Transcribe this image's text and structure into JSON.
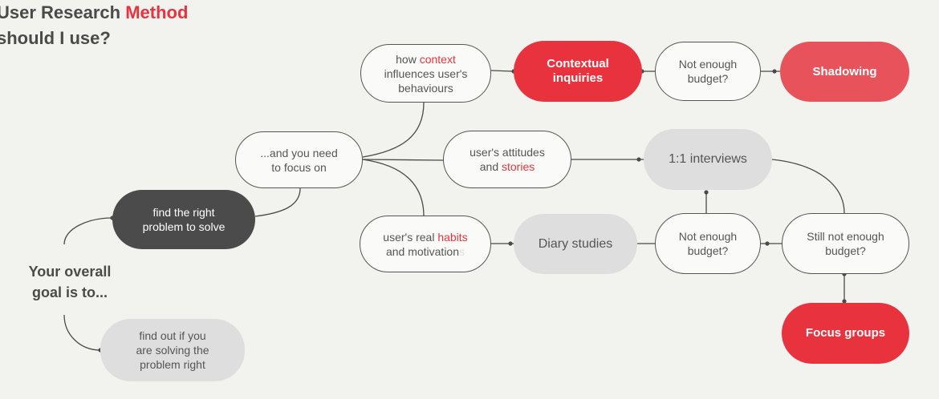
{
  "title": {
    "line1_prefix": "User Research ",
    "line1_accent": "Method",
    "line2": "should I use?"
  },
  "goal": {
    "line1": "Your overall",
    "line2": "goal is to..."
  },
  "nodes": {
    "find_right_problem": {
      "line1": "find the right",
      "line2": "problem to solve"
    },
    "find_out_solving": {
      "line1": "find out if you",
      "line2": "are solving the",
      "line3": "problem right"
    },
    "and_you_need": {
      "line1": "...and you need",
      "line2": "to focus on"
    },
    "how_context": {
      "line1_prefix": "how ",
      "line1_accent": "context",
      "line2": "influences user's",
      "line3": "behaviours"
    },
    "attitudes": {
      "line1": "user's attitudes",
      "line2_prefix": "and ",
      "line2_accent": "stories"
    },
    "real_habits": {
      "line1_prefix": "user's real ",
      "line1_accent": "habits",
      "line2_prefix": "and motivation",
      "line2_faint": "s"
    },
    "contextual_inquiries": {
      "line1": "Contextual",
      "line2": "inquiries"
    },
    "not_enough_budget_top": {
      "line1": "Not enough",
      "line2": "budget?"
    },
    "shadowing": {
      "label": "Shadowing"
    },
    "interviews": {
      "label": "1:1 interviews"
    },
    "diary_studies": {
      "label": "Diary studies"
    },
    "not_enough_budget_mid": {
      "line1": "Not enough",
      "line2": "budget?"
    },
    "still_not_enough": {
      "line1": "Still not enough",
      "line2": "budget?"
    },
    "focus_groups": {
      "label": "Focus groups"
    }
  },
  "colors": {
    "accent": "#e8333e",
    "accent_soft": "#e8525a",
    "dark_node": "#4b4b4b",
    "grey_node": "#dedede",
    "line": "#4a4a4a",
    "background": "#f2f2ee"
  }
}
